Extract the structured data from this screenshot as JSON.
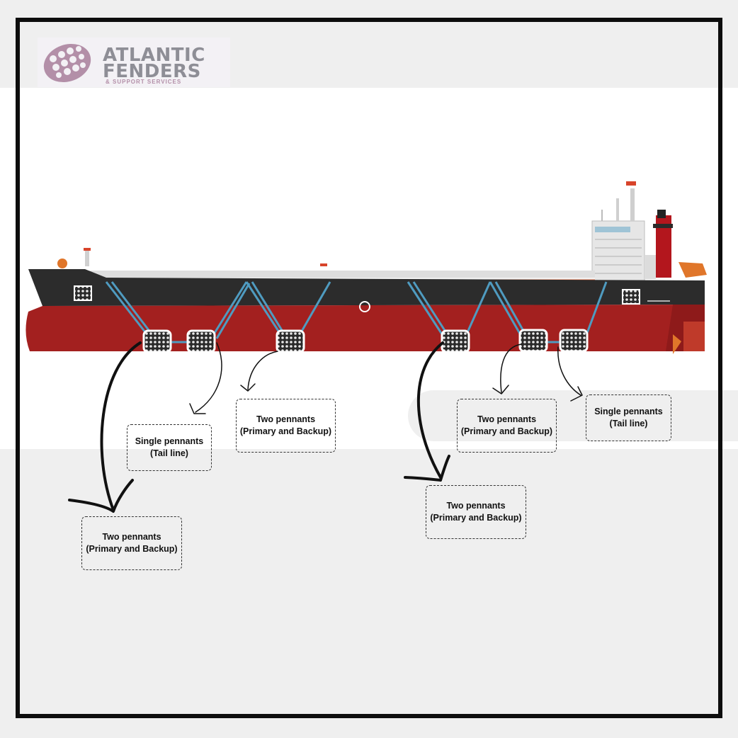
{
  "logo": {
    "line1": "ATLANTIC",
    "line2": "FENDERS",
    "tagline": "& SUPPORT SERVICES",
    "icon": "fender-mark-icon",
    "color_primary": "#8e8e96",
    "color_accent": "#b38fa8"
  },
  "colors": {
    "hull_red": "#a3201f",
    "hull_black": "#2c2c2c",
    "pennant_blue": "#4f9bc0",
    "frame": "#0d0d0d",
    "band_gray": "#efefef"
  },
  "callouts": [
    {
      "line1": "Single pennants",
      "line2": "(Tail line)"
    },
    {
      "line1": "Two pennants",
      "line2": "(Primary and Backup)"
    },
    {
      "line1": "Two pennants",
      "line2": "(Primary and Backup)"
    },
    {
      "line1": "Single pennants",
      "line2": "(Tail line)"
    },
    {
      "line1": "Two pennants",
      "line2": "(Primary and Backup)"
    },
    {
      "line1": "Two pennants",
      "line2": "(Primary and Backup)"
    }
  ]
}
